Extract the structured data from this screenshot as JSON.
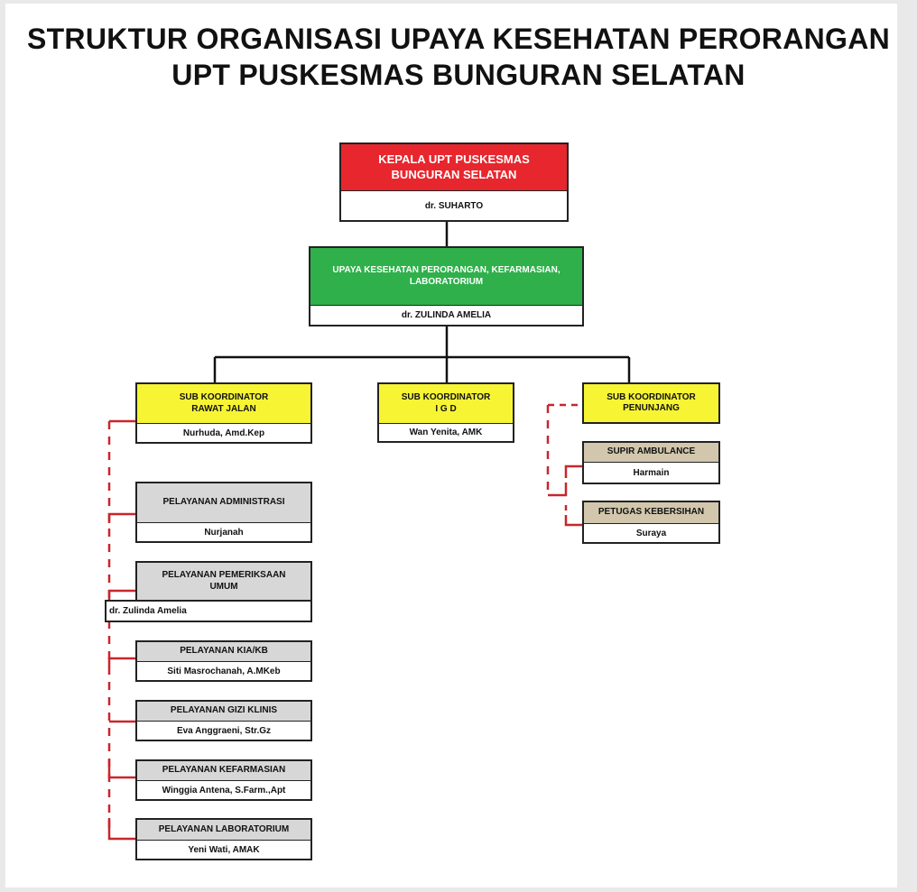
{
  "title": {
    "line1": "STRUKTUR ORGANISASI UPAYA KESEHATAN PERORANGAN",
    "line2": "UPT PUSKESMAS BUNGURAN SELATAN"
  },
  "colors": {
    "head": "#e8262e",
    "section": "#2fb04b",
    "coordinator": "#f7f434",
    "service": "#d7d7d7",
    "support": "#d2c7ad",
    "dashed_connector": "#c8262b"
  },
  "nodes": {
    "kepala": {
      "title": "KEPALA UPT PUSKESMAS BUNGURAN SELATAN",
      "name": "dr. SUHARTO"
    },
    "ukp": {
      "title": "UPAYA KESEHATAN PERORANGAN, KEFARMASIAN, LABORATORIUM",
      "name": "dr. ZULINDA AMELIA"
    },
    "rawat_jalan": {
      "title": "SUB KOORDINATOR RAWAT JALAN",
      "name": "Nurhuda, Amd.Kep"
    },
    "igd": {
      "title": "SUB KOORDINATOR I G D",
      "name": "Wan Yenita, AMK"
    },
    "penunjang": {
      "title": "SUB KOORDINATOR PENUNJANG",
      "name": ""
    },
    "supir": {
      "title": "SUPIR AMBULANCE",
      "name": "Harmain"
    },
    "kebersihan": {
      "title": "PETUGAS KEBERSIHAN",
      "name": "Suraya"
    },
    "administrasi": {
      "title": "PELAYANAN ADMINISTRASI",
      "name": "Nurjanah"
    },
    "pemeriksaan": {
      "title": "PELAYANAN PEMERIKSAAN UMUM",
      "name": "dr. Zulinda Amelia"
    },
    "kia": {
      "title": "PELAYANAN KIA/KB",
      "name": "Siti Masrochanah, A.MKeb"
    },
    "gizi": {
      "title": "PELAYANAN GIZI KLINIS",
      "name": "Eva Anggraeni, Str.Gz"
    },
    "farmasi": {
      "title": "PELAYANAN KEFARMASIAN",
      "name": "Winggia Antena, S.Farm.,Apt"
    },
    "lab": {
      "title": "PELAYANAN LABORATORIUM",
      "name": "Yeni Wati, AMAK"
    }
  }
}
